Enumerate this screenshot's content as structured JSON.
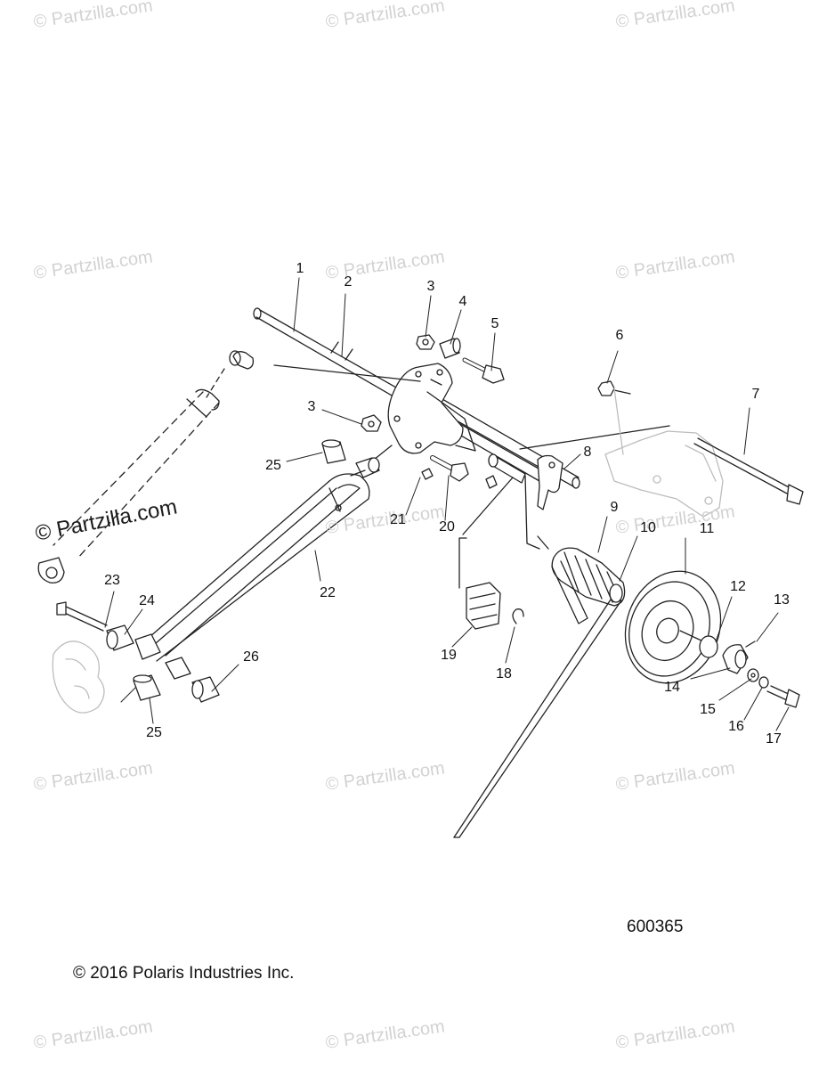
{
  "copyright": "© 2016 Polaris Industries Inc.",
  "diagram_number": "600365",
  "watermark": "© Partzilla.com",
  "callouts": [
    "1",
    "2",
    "3",
    "4",
    "5",
    "6",
    "3",
    "7",
    "8",
    "25",
    "21",
    "20",
    "9",
    "10",
    "11",
    "23",
    "22",
    "12",
    "13",
    "24",
    "19",
    "18",
    "14",
    "15",
    "16",
    "17",
    "26",
    "25"
  ]
}
